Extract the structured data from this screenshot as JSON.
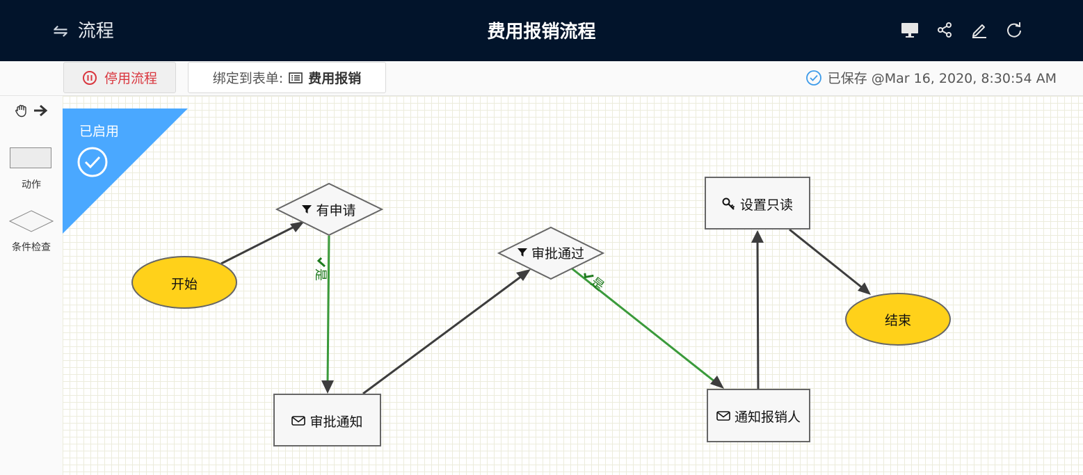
{
  "header": {
    "back_label": "流程",
    "title": "费用报销流程",
    "actions": [
      "desktop-icon",
      "share-icon",
      "edit-icon",
      "refresh-icon"
    ]
  },
  "toolbar": {
    "disable_label": "停用流程",
    "bind_label": "绑定到表单:",
    "bind_form": "费用报销",
    "save_status": "已保存 @Mar 16, 2020, 8:30:54 AM"
  },
  "palette": {
    "action_label": "动作",
    "condition_label": "条件检查"
  },
  "status": {
    "label": "已启用",
    "color": "#4aa8ff"
  },
  "nodes": {
    "start": "开始",
    "has_request": "有申请",
    "approval_notice": "审批通知",
    "approved": "审批通过",
    "notify_claimant": "通知报销人",
    "set_readonly": "设置只读",
    "end": "结束"
  },
  "edges": {
    "yes_label": "是"
  },
  "colors": {
    "header_bg": "#02142b",
    "terminal_fill": "#ffd11a",
    "yes_edge": "#3a9a3a",
    "edge": "#3d3d3d",
    "danger": "#d9363e"
  }
}
